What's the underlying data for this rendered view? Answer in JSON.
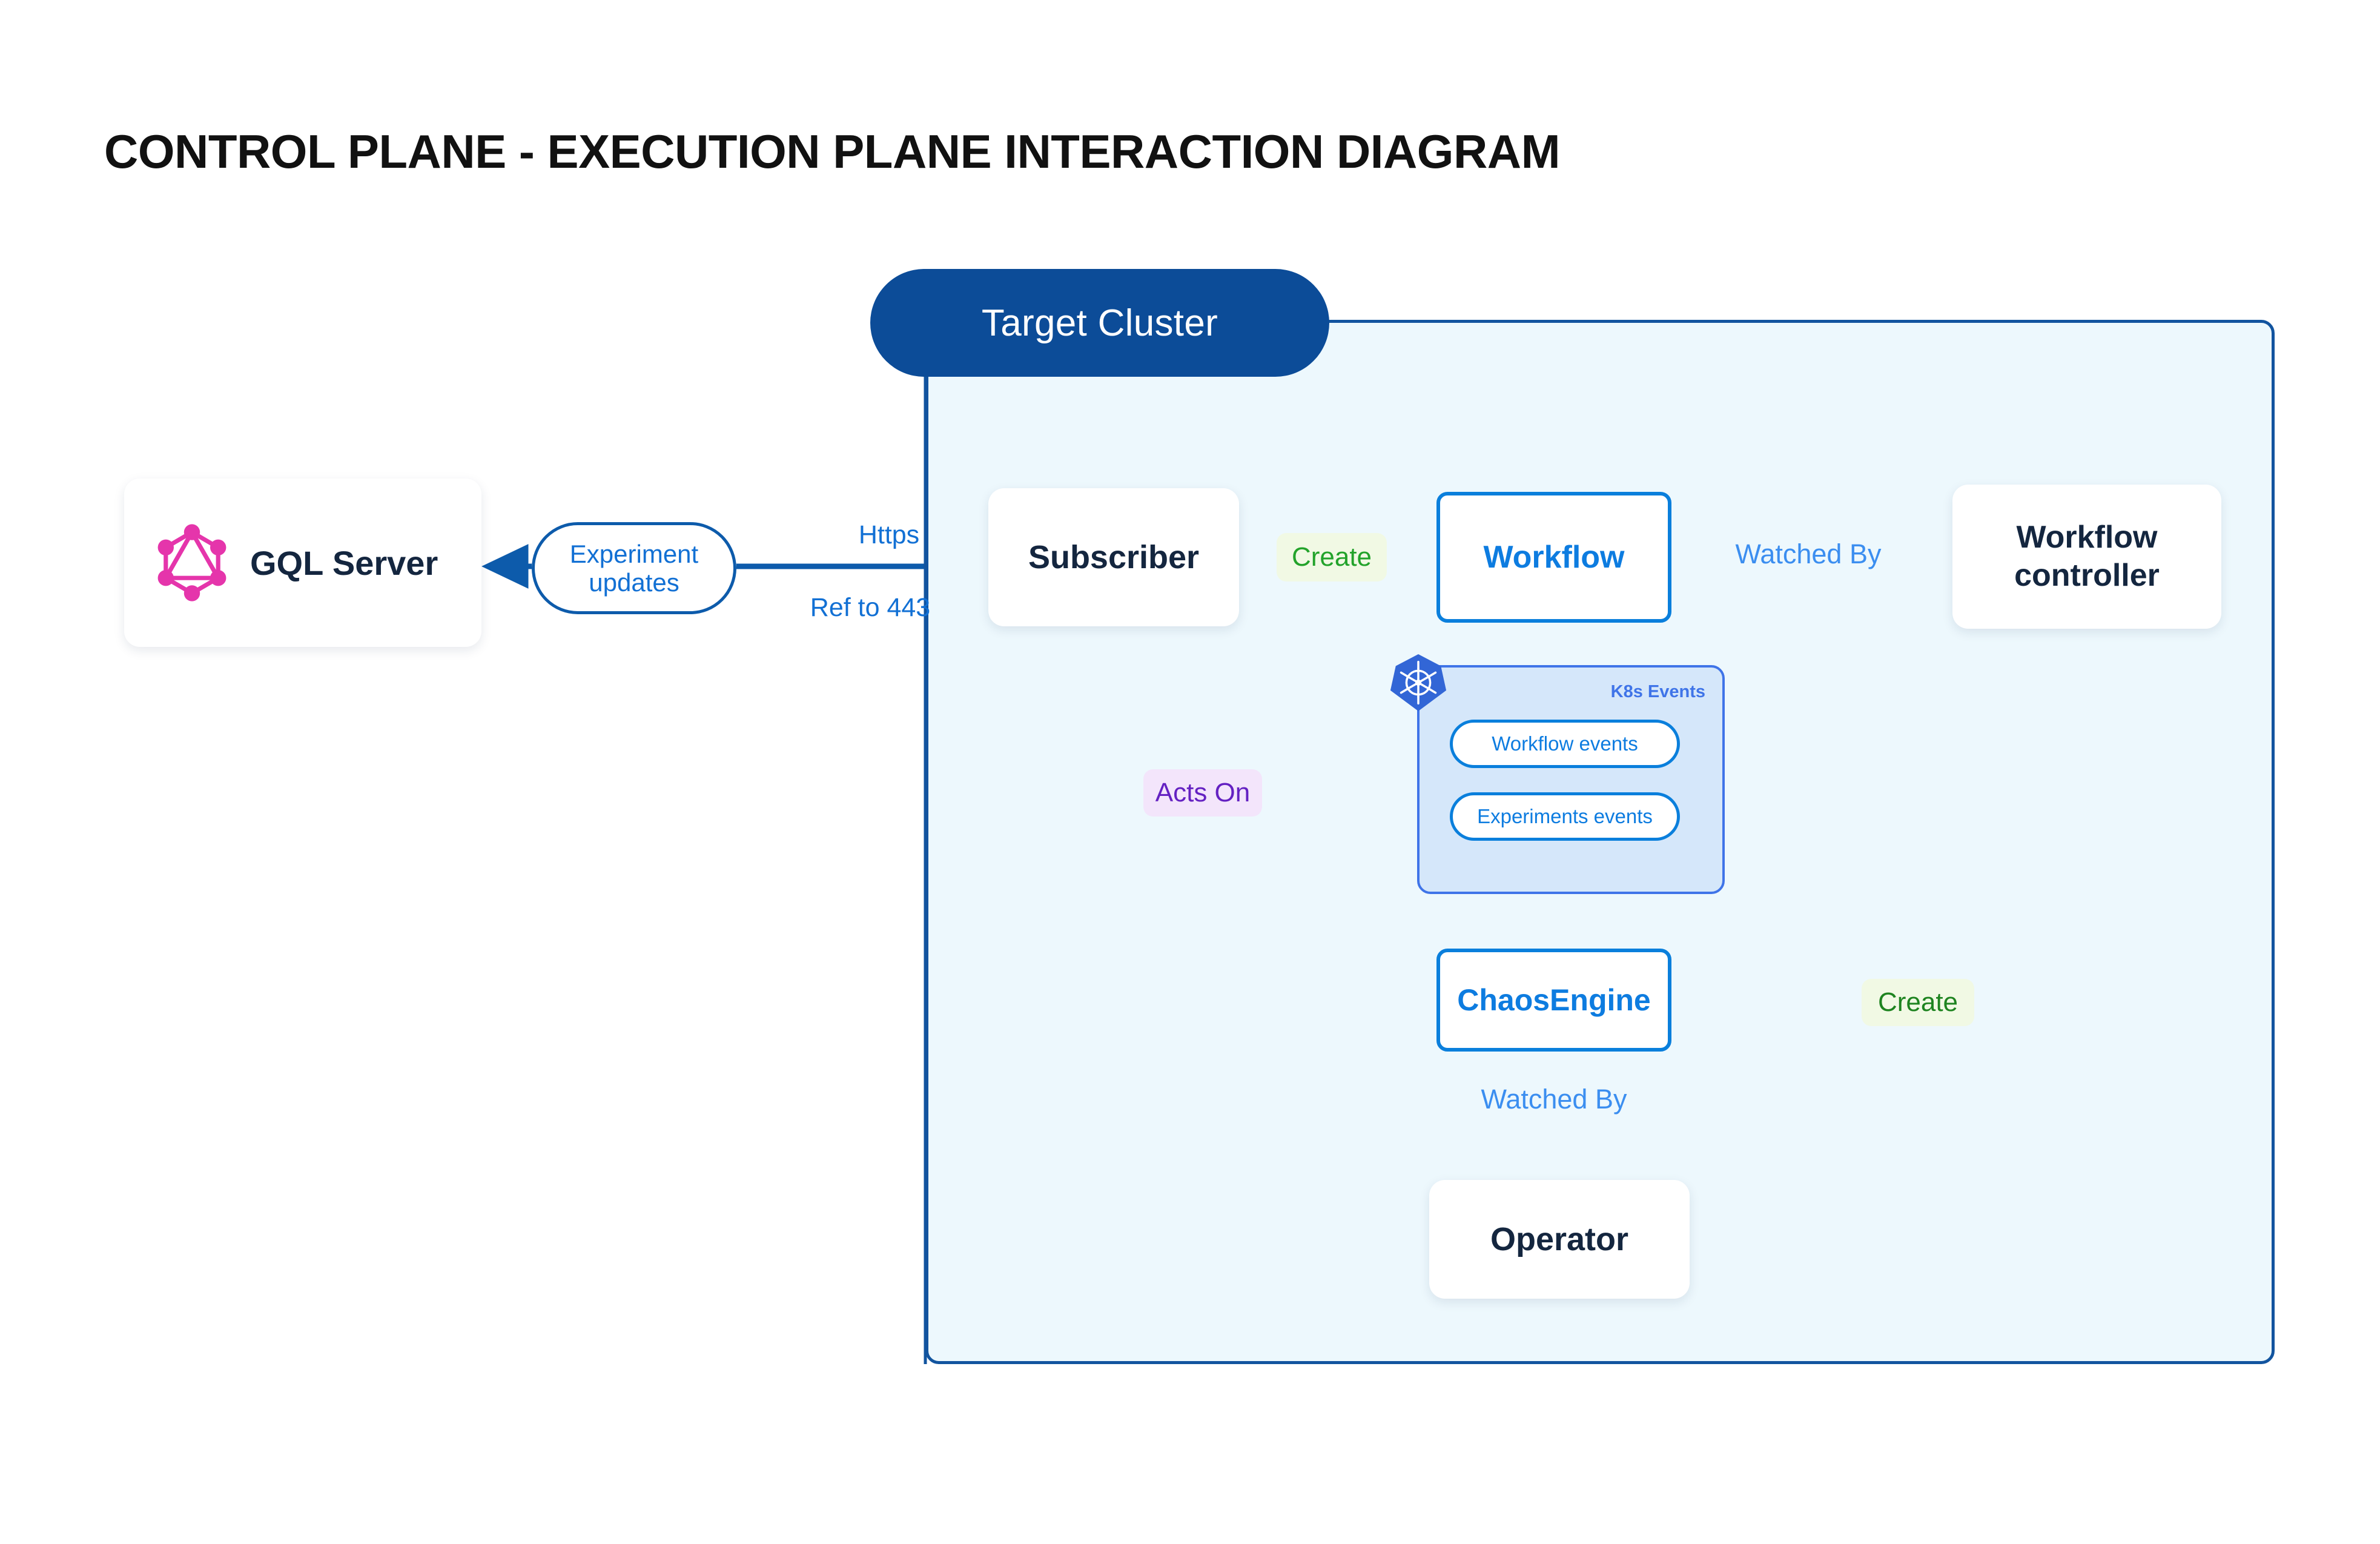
{
  "title": "CONTROL PLANE - EXECUTION PLANE INTERACTION DIAGRAM",
  "cluster": {
    "badge_label": "Target Cluster"
  },
  "nodes": {
    "gql_server": {
      "label": "GQL Server",
      "icon": "graphql-icon"
    },
    "subscriber": {
      "label": "Subscriber"
    },
    "workflow": {
      "label": "Workflow"
    },
    "workflow_controller": {
      "line1": "Workflow",
      "line2": "controller"
    },
    "chaosengine": {
      "label": "ChaosEngine"
    },
    "operator": {
      "label": "Operator"
    }
  },
  "k8s_panel": {
    "title": "K8s Events",
    "logo": "kubernetes-icon",
    "pills": [
      {
        "label": "Workflow events"
      },
      {
        "label": "Experiments events"
      }
    ]
  },
  "edges": {
    "experiment_updates": "Experiment updates",
    "experiment_updates_line1": "Experiment",
    "experiment_updates_line2": "updates",
    "https": "Https",
    "ref_to_443": "Ref to 443",
    "create_workflow": "Create",
    "watched_by_controller": "Watched By",
    "acts_on": "Acts On",
    "create_chaosengine": "Create",
    "watched_by_operator": "Watched By"
  },
  "colors": {
    "cluster_border": "#12549f",
    "cluster_fill": "#edf8fd",
    "badge_fill": "#0c4c98",
    "blue_primary": "#0a7fdc",
    "blue_dark": "#0d5bab",
    "blue_light": "#3b8ef0",
    "green": "#23a32b",
    "green_dark": "#1e8420",
    "purple": "#6421c2",
    "graphql_pink": "#e535ab",
    "k8s_blue": "#3266d6",
    "gray_arrow": "#4a5568",
    "text_dark": "#14263f"
  }
}
